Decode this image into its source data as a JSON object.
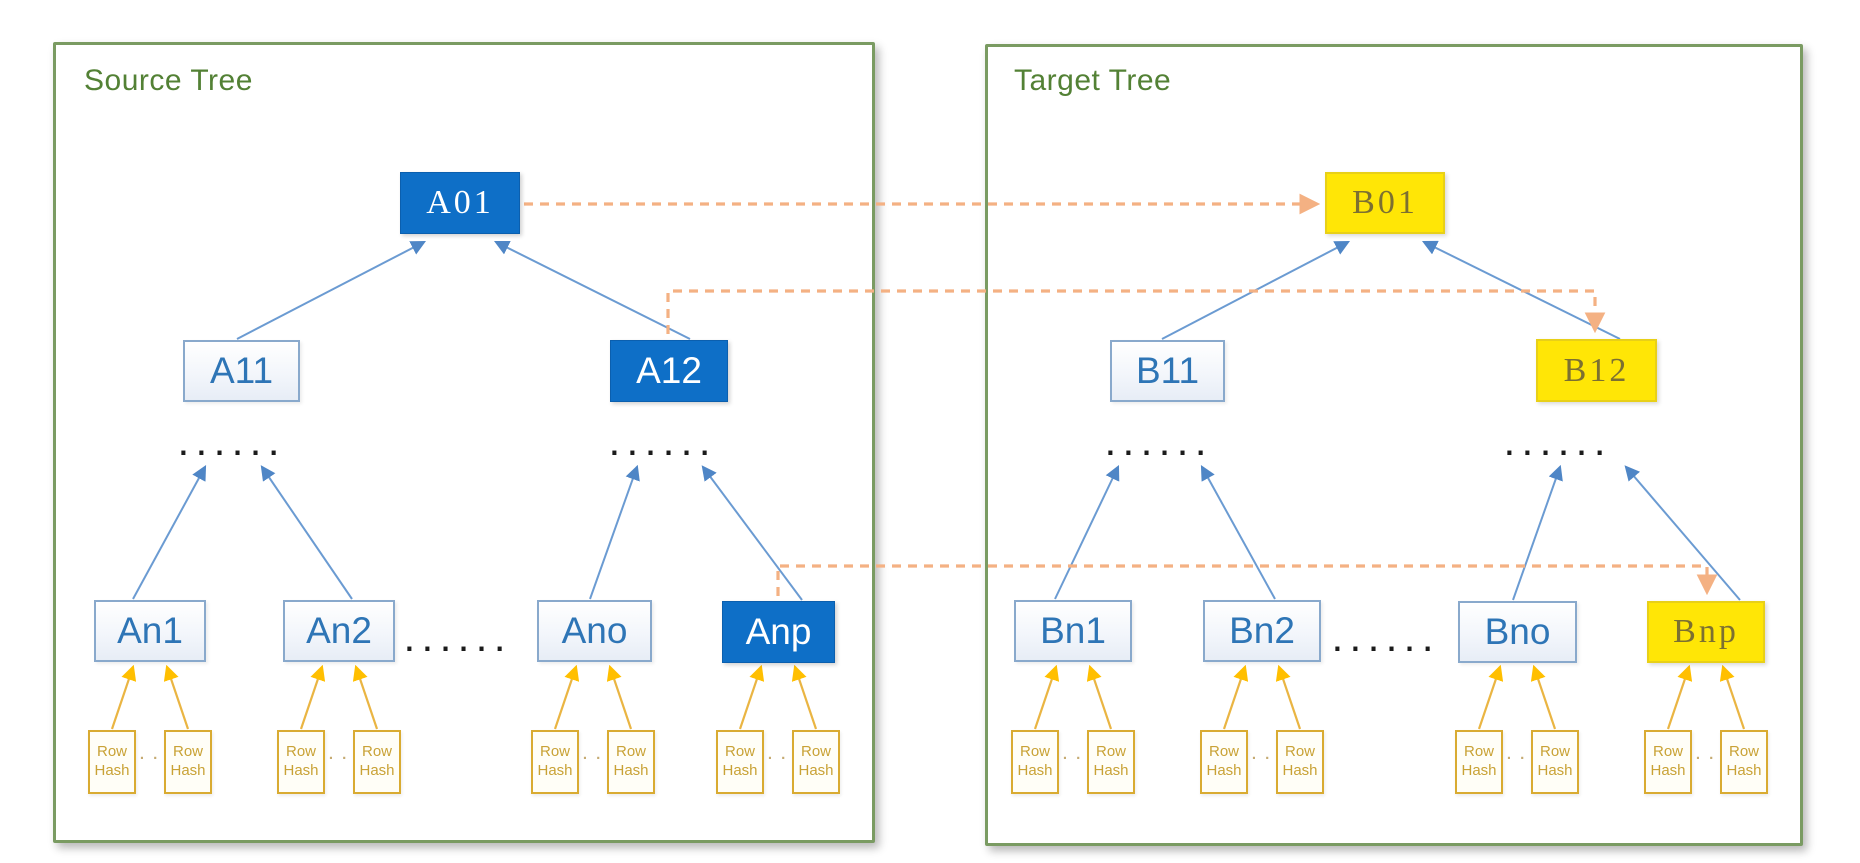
{
  "source": {
    "title": "Source Tree",
    "root": "A01",
    "level1": [
      "A11",
      "A12"
    ],
    "leaves": [
      "An1",
      "An2",
      "Ano",
      "Anp"
    ]
  },
  "target": {
    "title": "Target Tree",
    "root": "B01",
    "level1": [
      "B11",
      "B12"
    ],
    "leaves": [
      "Bn1",
      "Bn2",
      "Bno",
      "Bnp"
    ]
  },
  "shared": {
    "row_hash": "Row\nHash",
    "ellipsis": "......",
    "pair_dots": "· ·"
  },
  "colors": {
    "panel_border_green": "#7a9b62",
    "title_green": "#538135",
    "node_blue": "#0e6fc7",
    "node_yellow": "#ffe606",
    "node_light_border": "#89a9cc",
    "node_text_blue": "#2e75b6",
    "yellow_text_olive": "#7c7031",
    "arrow_blue": "#6b9bd2",
    "arrowhead_blue": "#4f86c6",
    "arrow_gold": "#eab543",
    "arrowhead_gold": "#ffbf00",
    "dashed_orange": "#f4b183",
    "rowhash_border_gold": "#d9ab32",
    "rowhash_text_gold": "#c9a236"
  }
}
